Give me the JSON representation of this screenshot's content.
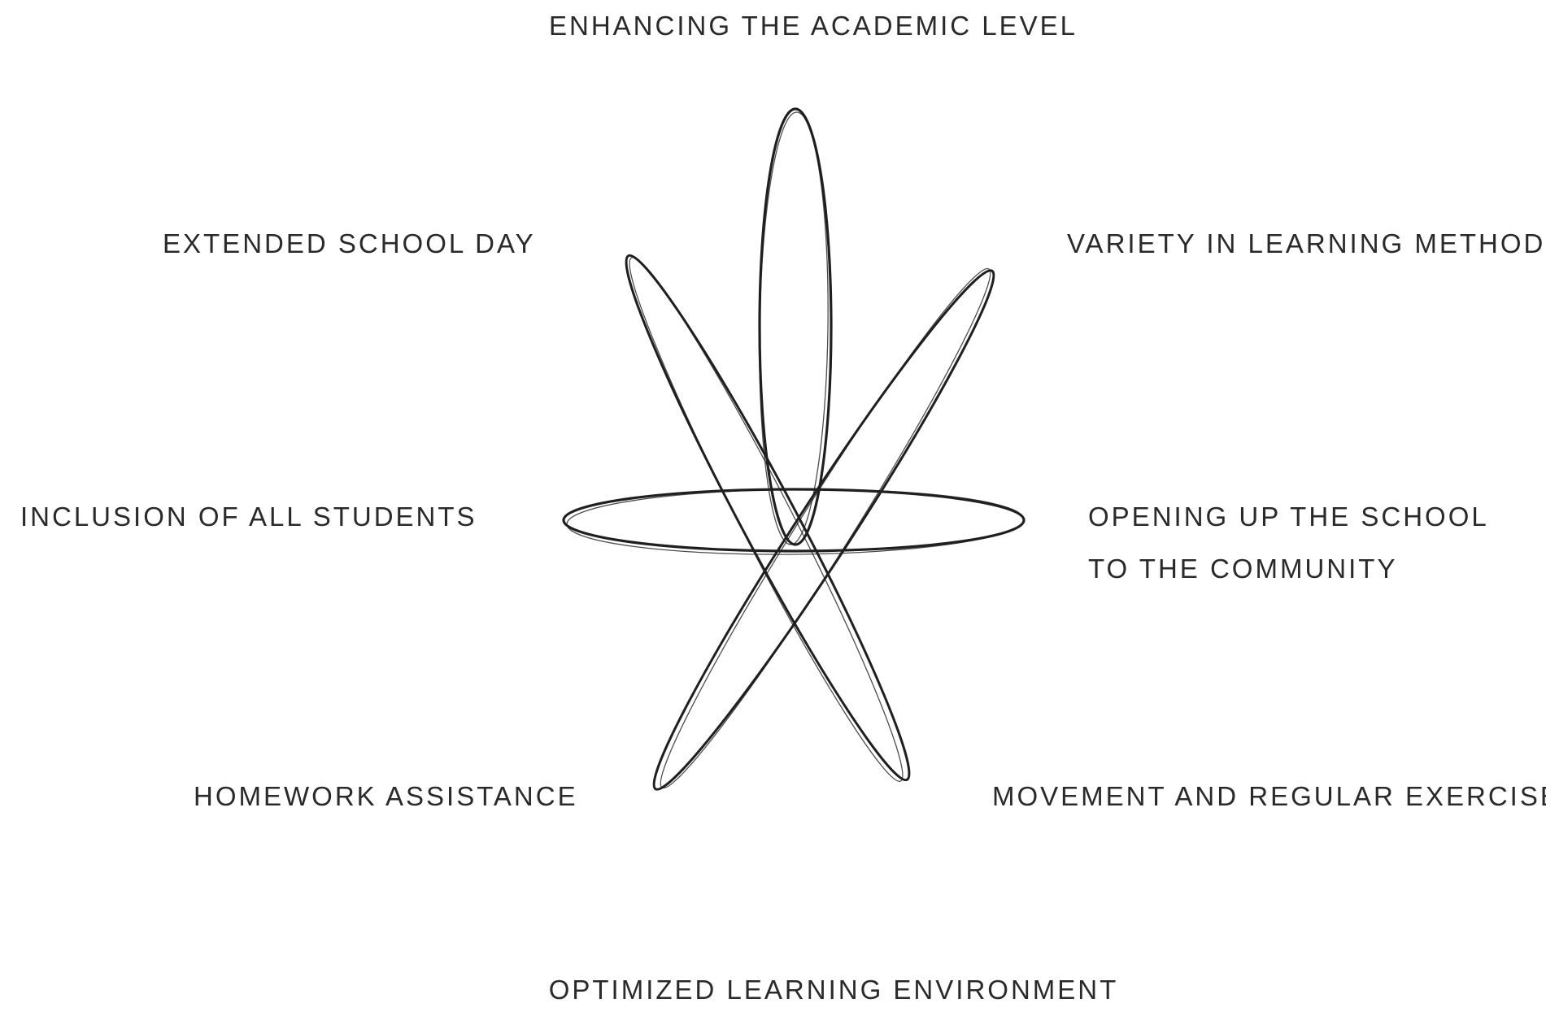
{
  "labels": {
    "top": "ENHANCING THE ACADEMIC LEVEL",
    "top_left": "EXTENDED SCHOOL DAY",
    "top_right": "VARIETY IN LEARNING METHODS",
    "middle_left": "INCLUSION OF ALL STUDENTS",
    "middle_right": "OPENING UP THE SCHOOL TO THE COMMUNITY",
    "bottom_left": "HOMEWORK ASSISTANCE",
    "bottom_right": "MOVEMENT AND REGULAR EXERCISE",
    "bottom": "OPTIMIZED LEARNING ENVIRONMENT"
  },
  "colors": {
    "text": "#2a2a2a",
    "stroke": "#1f1f1f",
    "background": "#ffffff"
  },
  "diagram": {
    "shape": "atom-like set of four hand-drawn overlapping ellipses"
  }
}
